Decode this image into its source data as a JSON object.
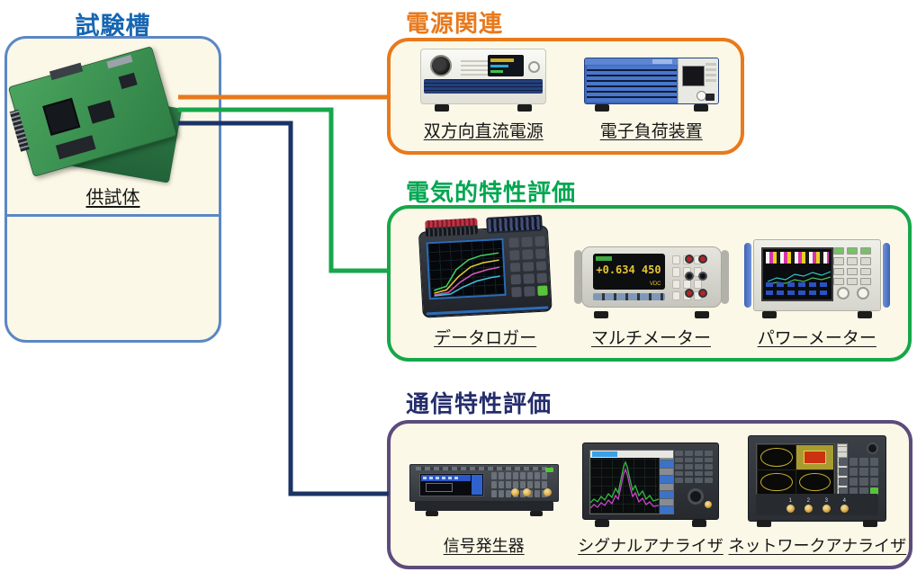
{
  "chamber": {
    "title": "試験槽",
    "specimen_label": "供試体"
  },
  "sections": {
    "power": {
      "title": "電源関連",
      "devices": [
        {
          "name": "bidirectional-dc-power-supply",
          "label": "双方向直流電源"
        },
        {
          "name": "electronic-load",
          "label": "電子負荷装置"
        }
      ]
    },
    "electrical": {
      "title": "電気的特性評価",
      "devices": [
        {
          "name": "data-logger",
          "label": "データロガー"
        },
        {
          "name": "multimeter",
          "label": "マルチメーター",
          "display_reading": "+0.634 450",
          "display_unit": "VDC"
        },
        {
          "name": "power-meter",
          "label": "パワーメーター"
        }
      ]
    },
    "communication": {
      "title": "通信特性評価",
      "devices": [
        {
          "name": "signal-generator",
          "label": "信号発生器"
        },
        {
          "name": "signal-analyzer",
          "label": "シグナルアナライザ"
        },
        {
          "name": "network-analyzer",
          "label": "ネットワークアナライザ",
          "ports": [
            "1",
            "2",
            "3",
            "4"
          ]
        }
      ]
    }
  },
  "connections": [
    {
      "from": "chamber",
      "to": "power",
      "color": "#E8791C"
    },
    {
      "from": "chamber",
      "to": "electrical",
      "color": "#16A74A"
    },
    {
      "from": "chamber",
      "to": "communication",
      "color": "#1B3365"
    }
  ],
  "colors": {
    "chamber_title": "#1666B2",
    "chamber_border": "#5B87C5",
    "panel_fill": "#FBF8E7",
    "power_accent": "#E8791C",
    "electrical_accent": "#16A74A",
    "communication_title": "#252D6B",
    "communication_border": "#5D4B7C",
    "line_navy": "#1B3365"
  }
}
